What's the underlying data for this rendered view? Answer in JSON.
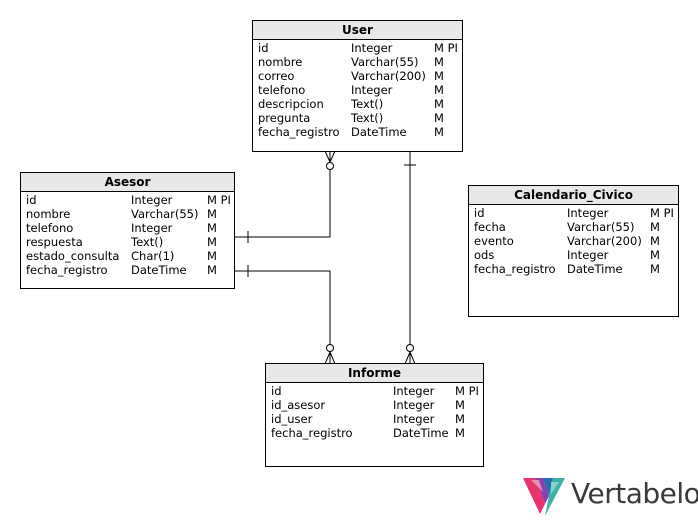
{
  "entities": {
    "user": {
      "name": "User",
      "rows": [
        {
          "field": "id",
          "type": "Integer",
          "flags": "M PI"
        },
        {
          "field": "nombre",
          "type": "Varchar(55)",
          "flags": "M"
        },
        {
          "field": "correo",
          "type": "Varchar(200)",
          "flags": "M"
        },
        {
          "field": "telefono",
          "type": "Integer",
          "flags": "M"
        },
        {
          "field": "descripcion",
          "type": "Text()",
          "flags": "M"
        },
        {
          "field": "pregunta",
          "type": "Text()",
          "flags": "M"
        },
        {
          "field": "fecha_registro",
          "type": "DateTime",
          "flags": "M"
        }
      ]
    },
    "asesor": {
      "name": "Asesor",
      "rows": [
        {
          "field": "id",
          "type": "Integer",
          "flags": "M PI"
        },
        {
          "field": "nombre",
          "type": "Varchar(55)",
          "flags": "M"
        },
        {
          "field": "telefono",
          "type": "Integer",
          "flags": "M"
        },
        {
          "field": "respuesta",
          "type": "Text()",
          "flags": "M"
        },
        {
          "field": "estado_consulta",
          "type": "Char(1)",
          "flags": "M"
        },
        {
          "field": "fecha_registro",
          "type": "DateTime",
          "flags": "M"
        }
      ]
    },
    "calendario": {
      "name": "Calendario_Civico",
      "rows": [
        {
          "field": "id",
          "type": "Integer",
          "flags": "M PI"
        },
        {
          "field": "fecha",
          "type": "Varchar(55)",
          "flags": "M"
        },
        {
          "field": "evento",
          "type": "Varchar(200)",
          "flags": "M"
        },
        {
          "field": "ods",
          "type": "Integer",
          "flags": "M"
        },
        {
          "field": "fecha_registro",
          "type": "DateTime",
          "flags": "M"
        }
      ]
    },
    "informe": {
      "name": "Informe",
      "rows": [
        {
          "field": "id",
          "type": "Integer",
          "flags": "M PI"
        },
        {
          "field": "id_asesor",
          "type": "Integer",
          "flags": "M"
        },
        {
          "field": "id_user",
          "type": "Integer",
          "flags": "M"
        },
        {
          "field": "fecha_registro",
          "type": "DateTime",
          "flags": "M"
        }
      ]
    }
  },
  "logo": {
    "text": "Vertabelo",
    "colors": [
      "#e8336b",
      "#8a3fae",
      "#2b6cb0",
      "#3bb3a4"
    ]
  },
  "line_color": "#000000"
}
